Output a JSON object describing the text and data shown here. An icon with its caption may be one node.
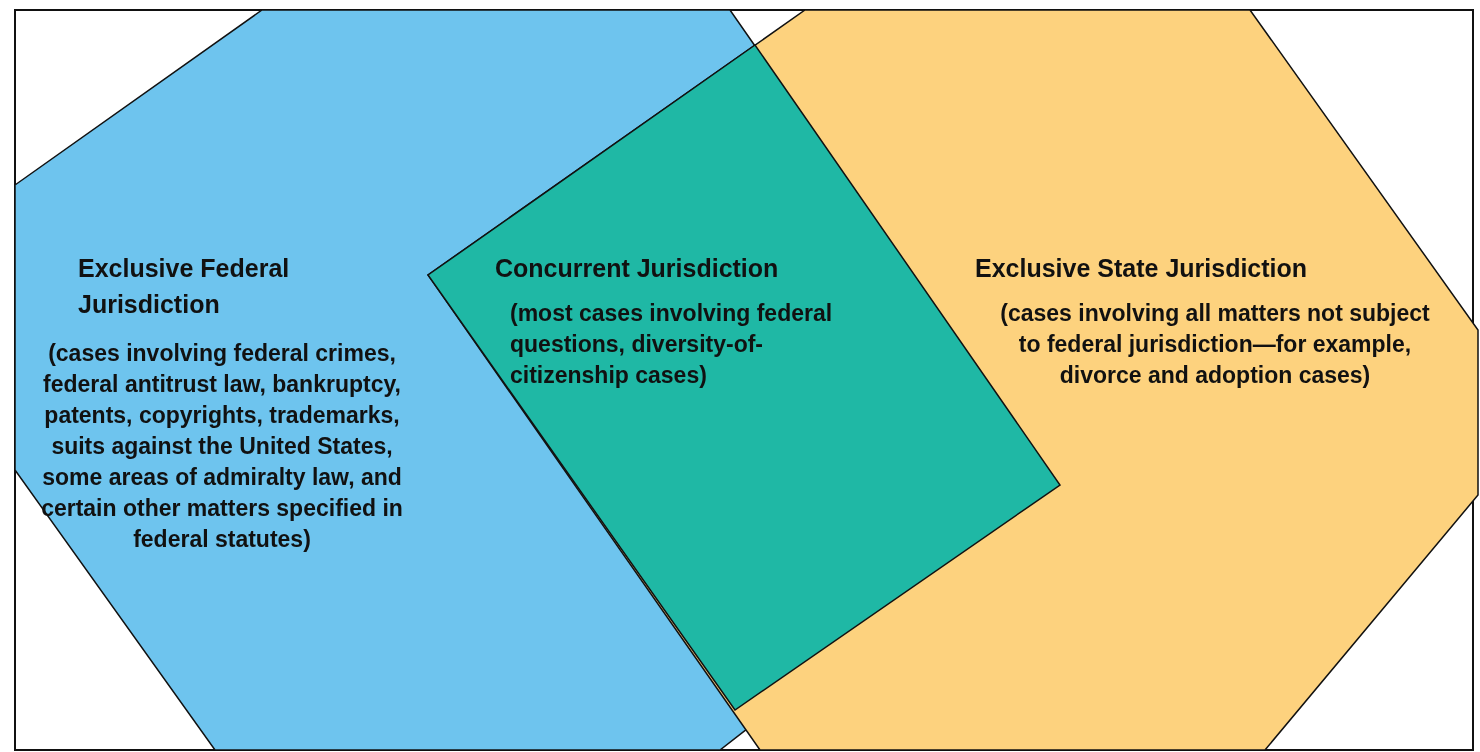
{
  "diagram": {
    "nodes": [
      {
        "text": [
          "Exclusive Federal Jurisdiction",
          "(cases involving federal crimes, federal antitrust law, bankruptcy, patents, copyrights, trademarks, suits against the United States, some areas of admiralty law, and certain other matters specified in federal statutes)"
        ]
      },
      {
        "text": [
          "Exclusive State Jurisdiction",
          "(cases involving all matters not subject to federal jurisdiction—for example, divorce and adoption cases)"
        ]
      },
      {
        "text": [
          "Concurrent Jurisdiction",
          "(most cases involving federal questions, diversity-of-citizenship cases)"
        ]
      }
    ]
  }
}
